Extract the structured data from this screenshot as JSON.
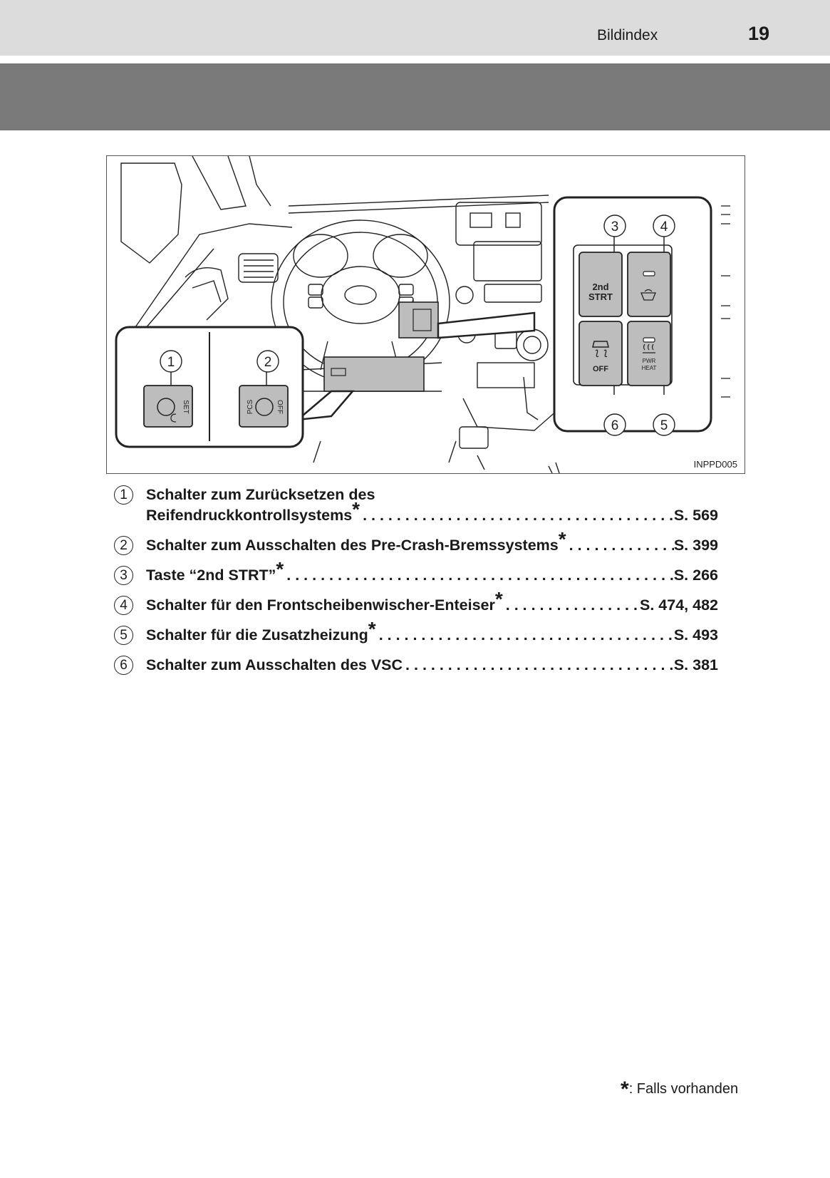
{
  "header": {
    "title": "Bildindex",
    "page_number": "19"
  },
  "figure": {
    "id": "INPPD005",
    "callouts": [
      "1",
      "2",
      "3",
      "4",
      "5",
      "6"
    ],
    "switch_labels": {
      "sw1": "SET",
      "sw2_a": "PCS",
      "sw2_b": "OFF",
      "sw3_a": "2nd",
      "sw3_b": "STRT",
      "sw6": "OFF",
      "sw5_a": "PWR",
      "sw5_b": "HEAT"
    },
    "icons": [
      "wiper-deicer-icon",
      "vsc-off-icon",
      "heater-icon",
      "tire-pressure-icon"
    ]
  },
  "items": [
    {
      "num": "1",
      "line1": "Schalter zum Zurücksetzen des",
      "text": "Reifendruckkontrollsystems",
      "star": "*",
      "ref": "S. 569"
    },
    {
      "num": "2",
      "text": "Schalter zum Ausschalten des Pre-Crash-Bremssystems",
      "star": "*",
      "ref": "S. 399"
    },
    {
      "num": "3",
      "text": "Taste “2nd STRT”",
      "star": "*",
      "ref": "S. 266"
    },
    {
      "num": "4",
      "text": "Schalter für den Frontscheibenwischer-Enteiser",
      "star": "*",
      "ref": "S. 474, 482"
    },
    {
      "num": "5",
      "text": "Schalter für die Zusatzheizung",
      "star": "*",
      "ref": "S. 493"
    },
    {
      "num": "6",
      "text": "Schalter zum Ausschalten des VSC",
      "star": "",
      "ref": "S. 381"
    }
  ],
  "footnote": {
    "star": "*",
    "text": ": Falls vorhanden"
  }
}
